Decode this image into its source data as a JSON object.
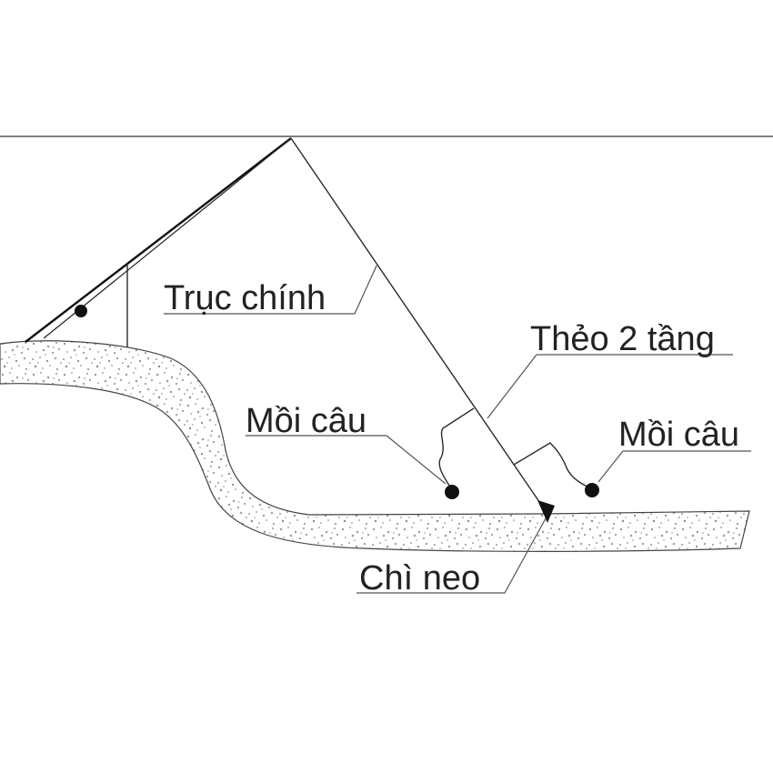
{
  "labels": {
    "main_line": "Trục chính",
    "two_tier_leader": "Thẻo 2 tầng",
    "bait_left": "Mồi câu",
    "bait_right": "Mồi câu",
    "anchor_sinker": "Chì neo"
  },
  "colors": {
    "ink": "#222222",
    "ground_speckle": "#8a8a8a",
    "background": "#ffffff"
  }
}
